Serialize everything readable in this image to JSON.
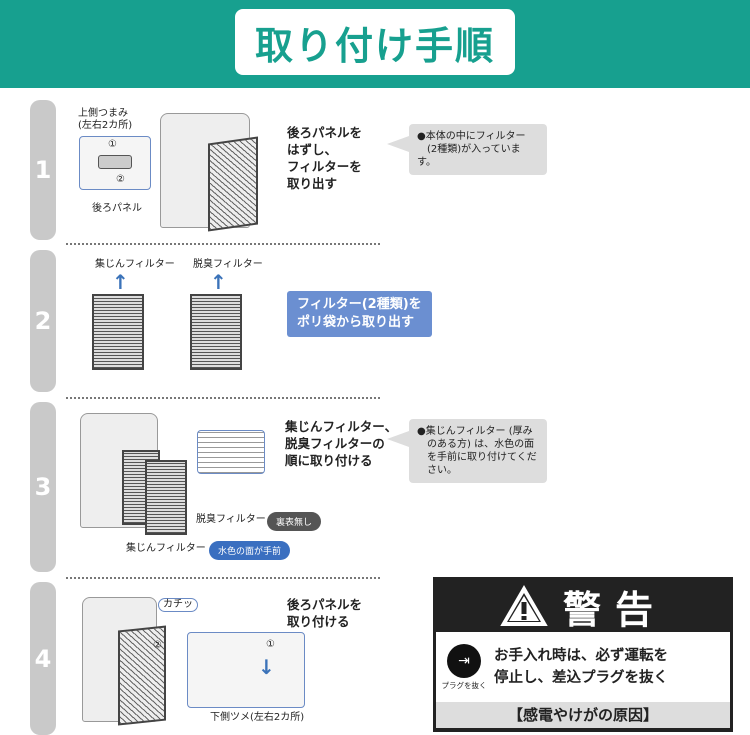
{
  "title": "取り付け手順",
  "steps": [
    {
      "number": "1",
      "instruction": "後ろパネルを\nはずし、\nフィルターを\n取り出す",
      "note": "●本体の中にフィルター\n　(2種類)が入っています。",
      "labels": {
        "knob": "上側つまみ",
        "knob_sub": "(左右2カ所)",
        "c1": "①",
        "c2": "②",
        "panel": "後ろパネル"
      }
    },
    {
      "number": "2",
      "instruction": "フィルター(2種類)を\nポリ袋から取り出す",
      "labels": {
        "dust": "集じんフィルター",
        "deodor": "脱臭フィルター"
      }
    },
    {
      "number": "3",
      "instruction": "集じんフィルター、\n脱臭フィルターの\n順に取り付ける",
      "note": "●集じんフィルター (厚み\n　のある方) は、水色の面\n　を手前に取り付けてくだ\n　さい。",
      "labels": {
        "deodor": "脱臭フィルター",
        "deodor_badge": "裏表無し",
        "dust": "集じんフィルター",
        "dust_badge": "水色の面が手前"
      }
    },
    {
      "number": "4",
      "instruction": "後ろパネルを\n取り付ける",
      "labels": {
        "click": "カチッ",
        "c1": "①",
        "c2": "②",
        "bottom": "下側ツメ(左右2カ所)"
      }
    }
  ],
  "warning": {
    "title": "警告",
    "text": "お手入れ時は、必ず運転を\n停止し、差込プラグを抜く",
    "icon_label": "プラグを抜く",
    "footer": "【感電やけがの原因】"
  },
  "colors": {
    "header": "#17a08f",
    "blue": "#6b8fd1",
    "badge_dark": "#555555",
    "badge_blue": "#3a6fc0"
  }
}
